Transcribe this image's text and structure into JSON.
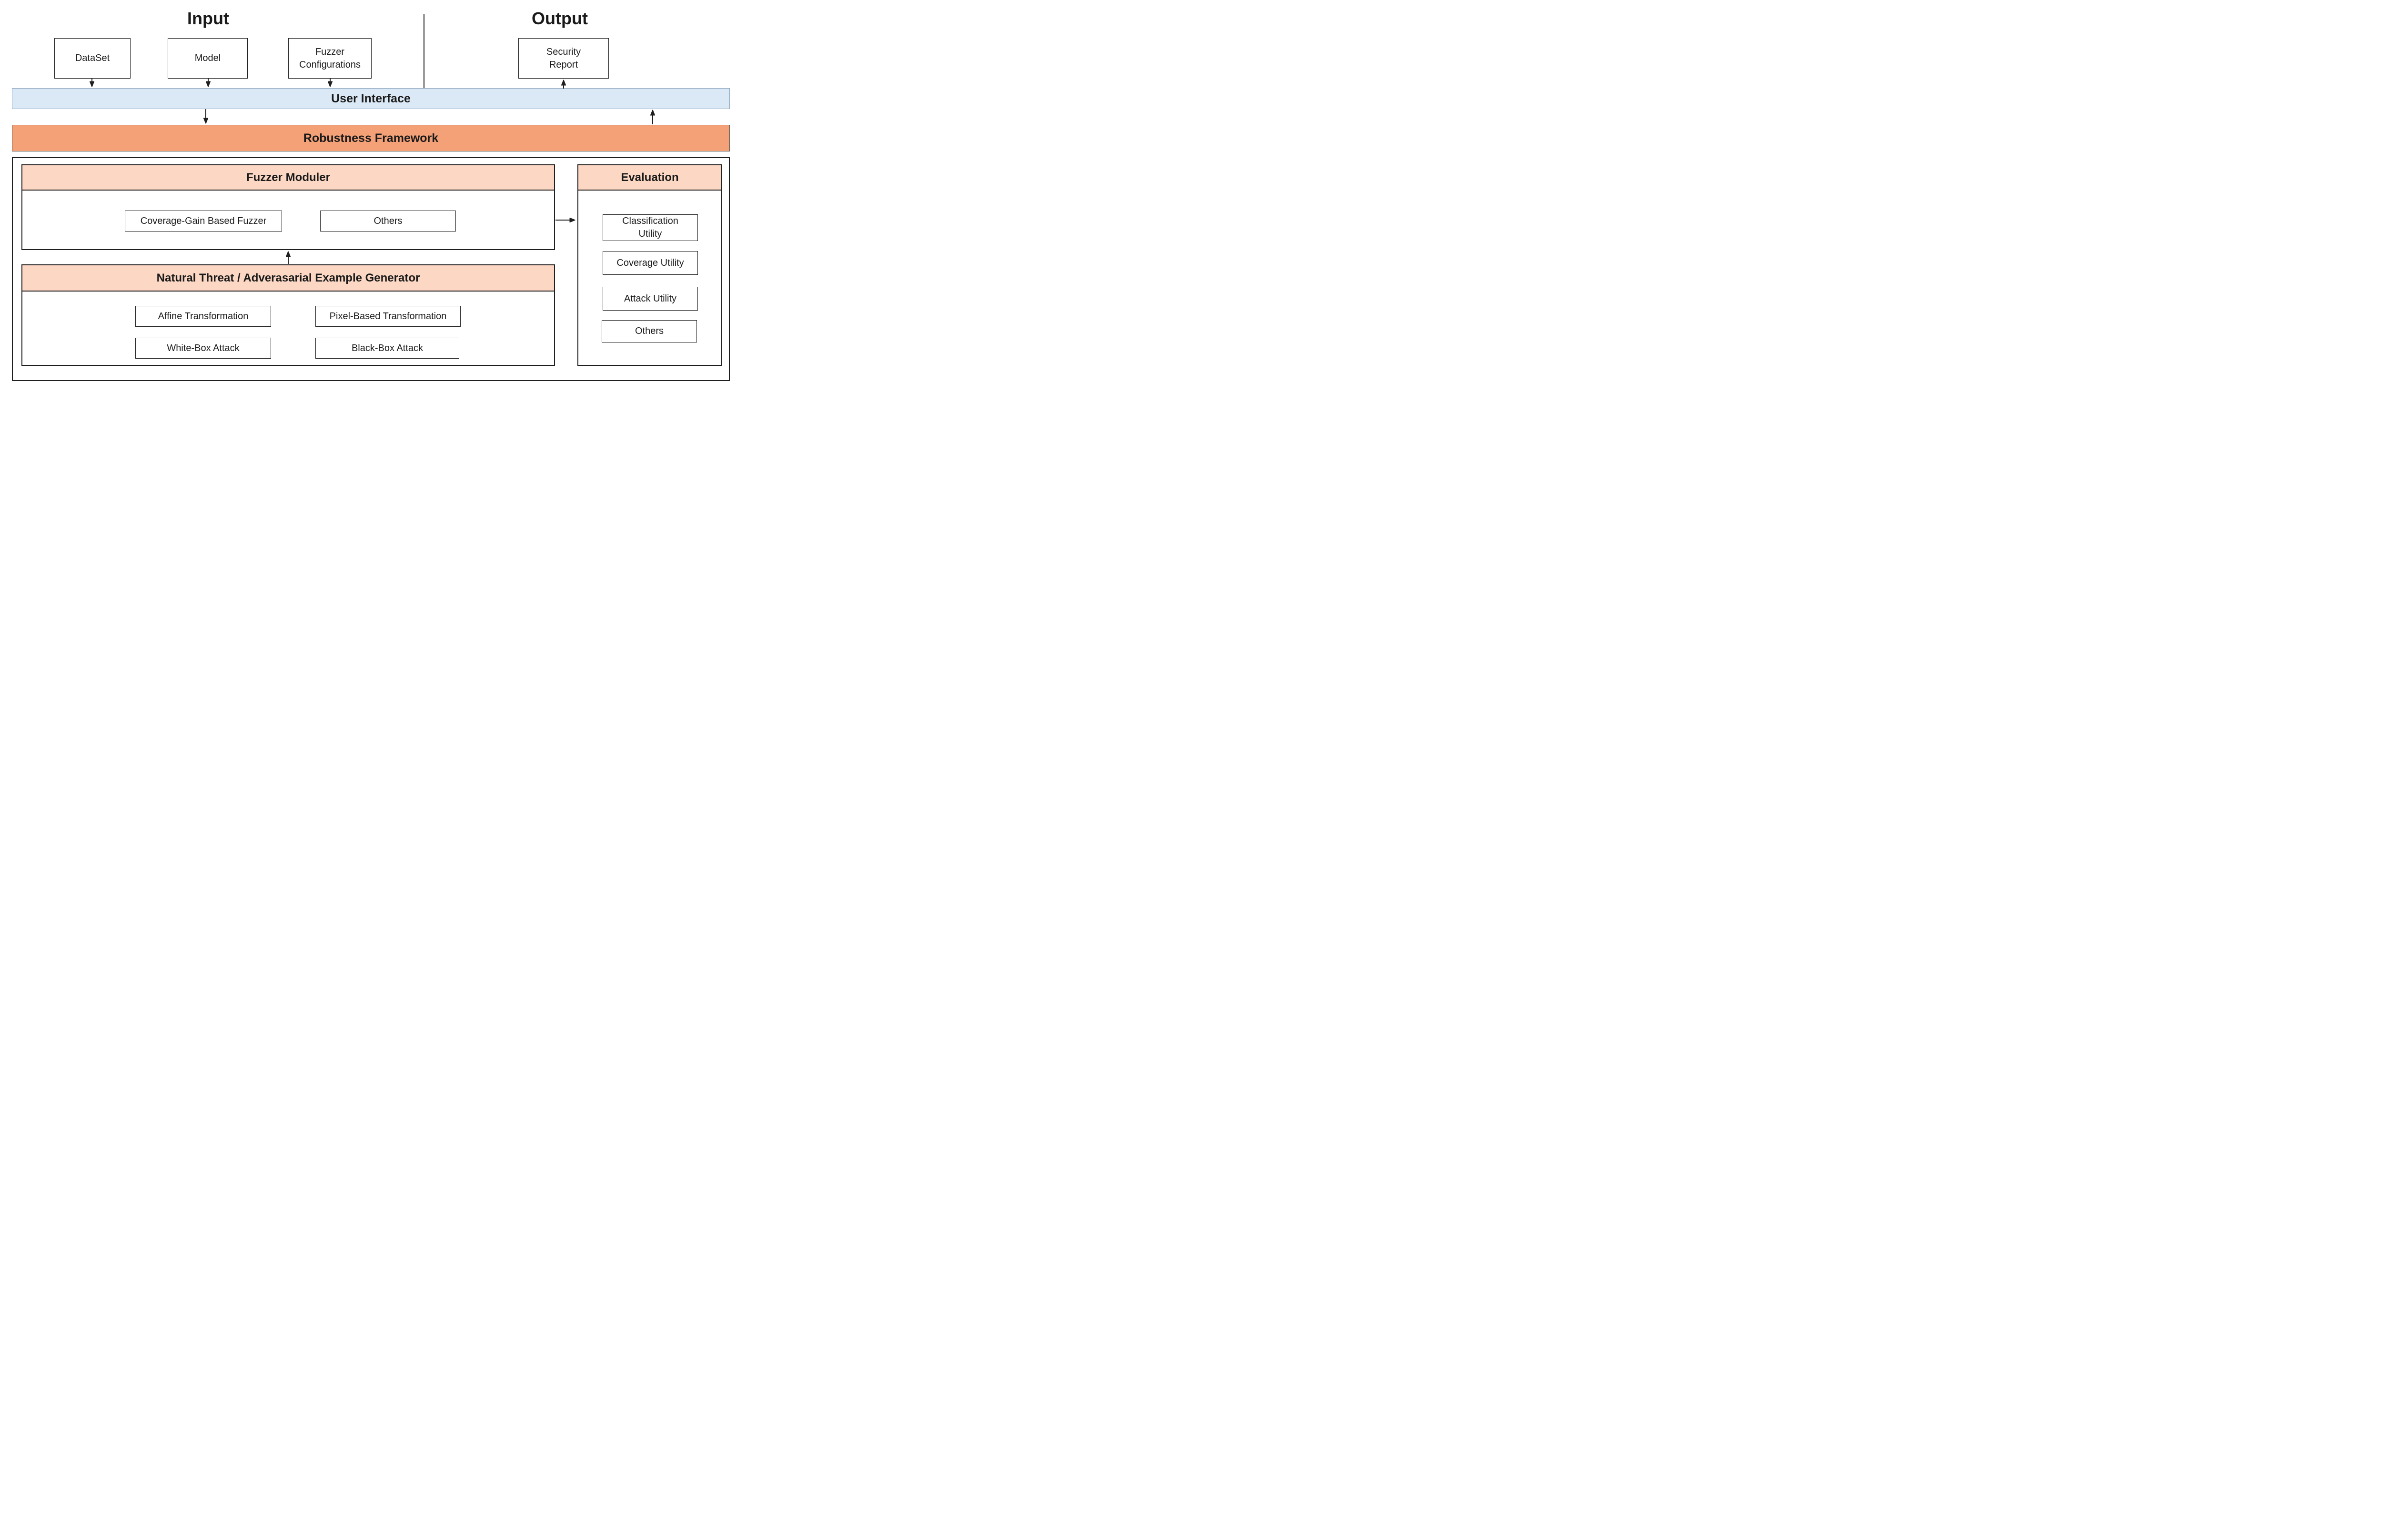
{
  "colors": {
    "ui_bar": "#dbe9f6",
    "framework_bar": "#f4a178",
    "section_header": "#fbd7c4"
  },
  "top": {
    "input_heading": "Input",
    "output_heading": "Output",
    "input_boxes": [
      "DataSet",
      "Model",
      "Fuzzer\nConfigurations"
    ],
    "output_box": "Security\nReport"
  },
  "bars": {
    "user_interface": "User Interface",
    "robustness_framework": "Robustness Framework"
  },
  "sections": {
    "fuzzer": {
      "title": "Fuzzer Moduler",
      "items": [
        "Coverage-Gain Based Fuzzer",
        "Others"
      ]
    },
    "generator": {
      "title": "Natural Threat / Adverasarial Example Generator",
      "items": [
        "Affine Transformation",
        "Pixel-Based Transformation",
        "White-Box Attack",
        "Black-Box Attack"
      ]
    },
    "evaluation": {
      "title": "Evaluation",
      "items": [
        "Classification\nUtility",
        "Coverage Utility",
        "Attack Utility",
        "Others"
      ]
    }
  }
}
